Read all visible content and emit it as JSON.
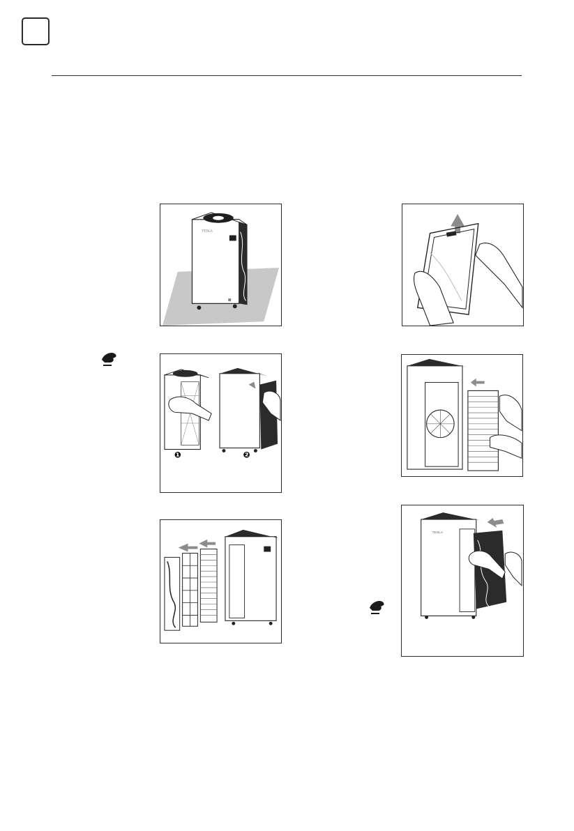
{
  "page": {
    "illustrations": [
      {
        "id": "step-1",
        "subject": "purifier-on-floor"
      },
      {
        "id": "step-2",
        "subject": "open-front-cover",
        "steps": [
          "1",
          "2"
        ]
      },
      {
        "id": "step-3",
        "subject": "filters-removed"
      },
      {
        "id": "step-4",
        "subject": "peel-prefilter-film"
      },
      {
        "id": "step-5",
        "subject": "insert-hepa-filter"
      },
      {
        "id": "step-6",
        "subject": "attach-front-cover"
      }
    ],
    "step_markers": {
      "one": "❶",
      "two": "❷"
    },
    "icons": [
      "hand-push-icon",
      "hand-push-icon"
    ],
    "colors": {
      "ink": "#1a1a1a",
      "floor": "#c8c8c8",
      "mesh": "#3a3a3a",
      "arrow": "#8c8c8c"
    }
  }
}
